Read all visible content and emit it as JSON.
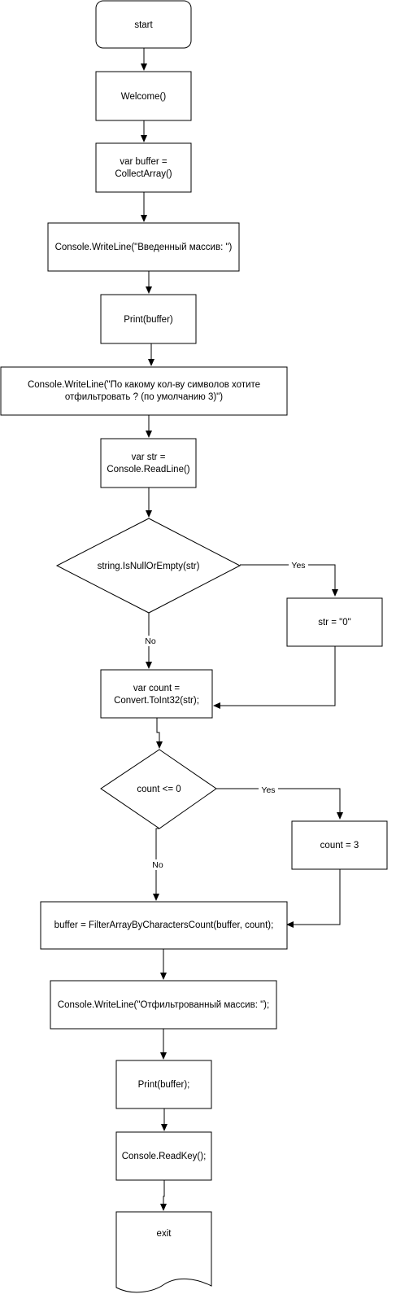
{
  "nodes": {
    "start": "start",
    "welcome": "Welcome()",
    "collect_1": "var buffer =",
    "collect_2": "CollectArray()",
    "writeline_input": "Console.WriteLine(\"Введенный массив: \")",
    "print_buffer": "Print(buffer)",
    "prompt_1": "Console.WriteLine(\"По какому кол-ву символов хотите",
    "prompt_2": "отфильтровать ? (по умолчанию 3)\")",
    "readline_1": "var str =",
    "readline_2": "Console.ReadLine()",
    "check_null": "string.IsNullOrEmpty(str)",
    "default_str": "str = \"0\"",
    "convert_1": "var count =",
    "convert_2": "Convert.ToInt32(str);",
    "check_count": "count <= 0",
    "default_count": "count = 3",
    "filter": "buffer = FilterArrayByCharactersCount(buffer, count);",
    "writeline_filtered": "Console.WriteLine(\"Отфильтрованный массив: \");",
    "print_buffer_2": "Print(buffer);",
    "readkey": "Console.ReadKey();",
    "exit": "exit"
  },
  "edge_labels": {
    "null_yes": "Yes",
    "null_no": "No",
    "count_yes": "Yes",
    "count_no": "No"
  }
}
